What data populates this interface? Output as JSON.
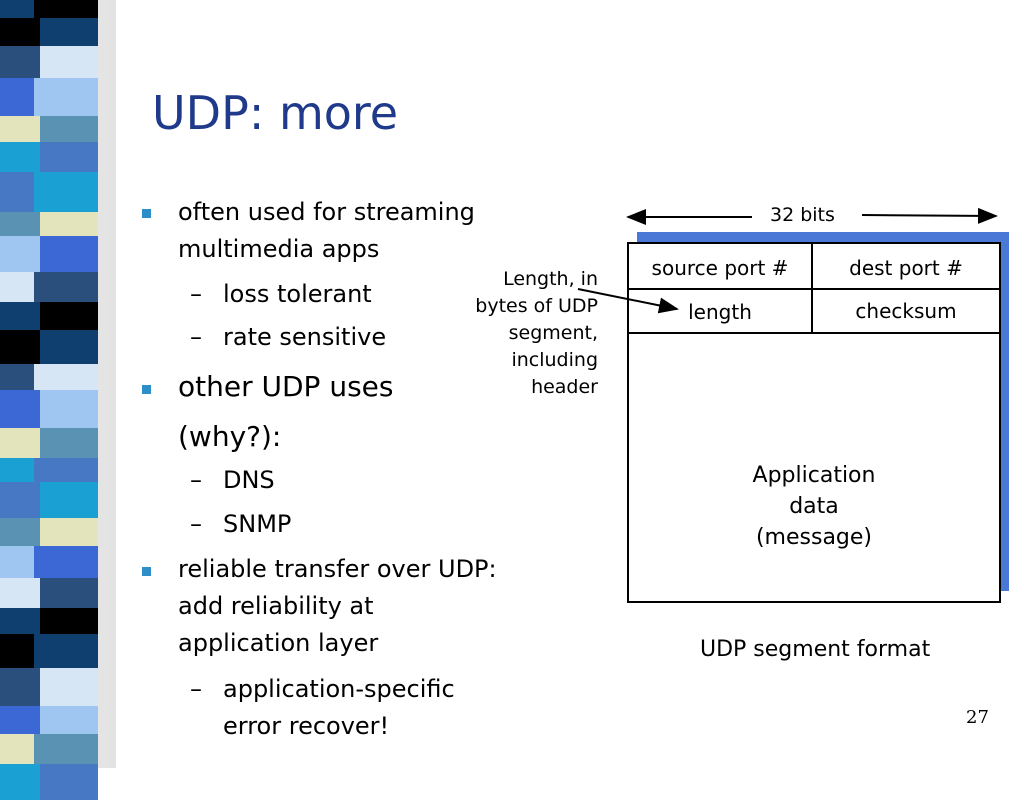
{
  "slide": {
    "title": "UDP: more",
    "page_number": "27"
  },
  "bullets": [
    {
      "lines": [
        "often used for streaming",
        "multimedia apps"
      ],
      "subs": [
        [
          "loss tolerant"
        ],
        [
          "rate sensitive"
        ]
      ]
    },
    {
      "lines": [
        "other UDP uses",
        "(why?):"
      ],
      "subs": [
        [
          "DNS"
        ],
        [
          "SNMP"
        ]
      ]
    },
    {
      "lines": [
        "reliable transfer over UDP:",
        "add reliability at",
        "application layer"
      ],
      "subs": [
        [
          "application-specific",
          "error recover!"
        ]
      ]
    }
  ],
  "diagram": {
    "width_label": "32 bits",
    "fields": {
      "source_port": "source port #",
      "dest_port": "dest port #",
      "length": "length",
      "checksum": "checksum"
    },
    "payload_lines": [
      "Application",
      "data",
      "(message)"
    ],
    "length_annotation": [
      "Length, in",
      "bytes of UDP",
      "segment,",
      "including",
      "header"
    ],
    "caption": "UDP segment format"
  },
  "colors": {
    "title": "#1f3a8a",
    "bullet_marker": "#2e8fc8",
    "diagram_shadow": "#4a78d6"
  },
  "icons": {
    "bullet_marker": "square-bullet-icon",
    "sub_bullet_marker": "dash"
  }
}
